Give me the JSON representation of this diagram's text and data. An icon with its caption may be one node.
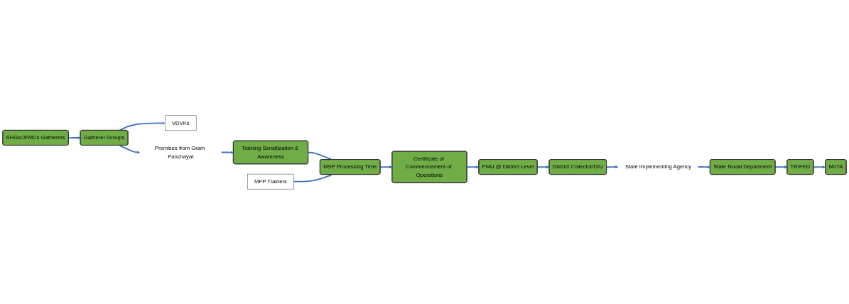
{
  "diagram": {
    "nodes": [
      {
        "text": [
          "SHGs/JFMCs Gatherers"
        ]
      },
      {
        "text": [
          "Gatherer Groups"
        ]
      },
      {
        "text": [
          "VDVKs"
        ]
      },
      {
        "text": [
          "Premises from Gram Panchayat"
        ]
      },
      {
        "text": [
          "Training Sensitization & Awareness"
        ]
      },
      {
        "text": [
          "MFP Trainers"
        ]
      },
      {
        "text": [
          "MSP Processing Time"
        ]
      },
      {
        "text": [
          "Certificate of Commencement of Operations"
        ]
      },
      {
        "text": [
          "PMU @ District Level"
        ]
      },
      {
        "text": [
          "District Collector/DIU"
        ]
      },
      {
        "text": [
          "State Implementing Agency"
        ]
      },
      {
        "text": [
          "State Nodal Department"
        ]
      },
      {
        "text": [
          "TRIFED"
        ]
      },
      {
        "text": [
          "MoTA"
        ]
      }
    ],
    "edges": [
      {
        "from": 0,
        "to": 1,
        "arrow": "to"
      },
      {
        "from": 1,
        "to": 2,
        "arrow": "to"
      },
      {
        "from": 1,
        "to": 3,
        "arrow": "to"
      },
      {
        "from": 3,
        "to": 4,
        "arrow": "to"
      },
      {
        "from": 4,
        "to": 6,
        "arrow": "to"
      },
      {
        "from": 5,
        "to": 6,
        "arrow": "to"
      },
      {
        "from": 6,
        "to": 7,
        "arrow": "to"
      },
      {
        "from": 7,
        "to": 8,
        "arrow": "to"
      },
      {
        "from": 8,
        "to": 9,
        "arrow": "to"
      },
      {
        "from": 9,
        "to": 10,
        "arrow": "to"
      },
      {
        "from": 10,
        "to": 11,
        "arrow": "to"
      },
      {
        "from": 11,
        "to": 12,
        "arrow": "to"
      },
      {
        "from": 12,
        "to": 13,
        "arrow": "to"
      }
    ]
  }
}
